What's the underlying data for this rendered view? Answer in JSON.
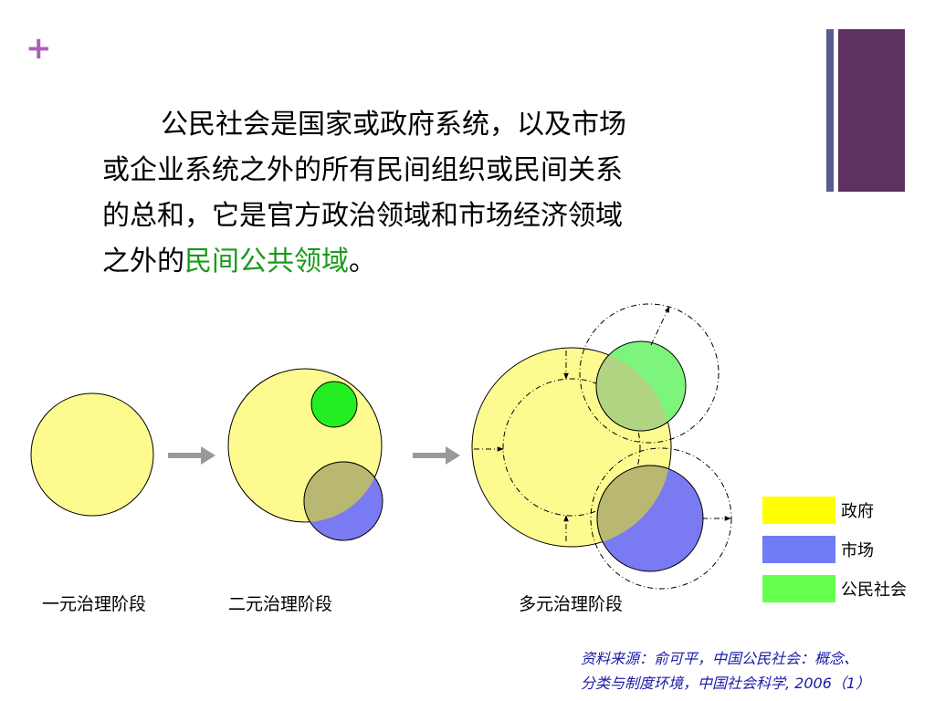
{
  "slide": {
    "plus_glyph": "+",
    "paragraph_lines": [
      "公民社会是国家或政府系统，以及市场",
      "或企业系统之外的所有民间组织或民间关系",
      "的总和，它是官方政治领域和市场经济领域"
    ],
    "last_line_prefix": "之外的",
    "highlight": "民间公共领域",
    "last_line_suffix": "。"
  },
  "stages": {
    "stage1": "一元治理阶段",
    "stage2": "二元治理阶段",
    "stage3": "多元治理阶段"
  },
  "legend": [
    {
      "label": "政府",
      "color": "#ffff00"
    },
    {
      "label": "市场",
      "color": "#6f7cf4"
    },
    {
      "label": "公民社会",
      "color": "#66ff4d"
    }
  ],
  "colors": {
    "government": "#fdfb90",
    "market": "#7a7af2",
    "civil_society": "#7df57d",
    "overlap": "#b8b872",
    "arrow": "#999999",
    "accent_plus": "#b05cb8",
    "deco_dark": "#5e3160",
    "deco_thin": "#5a5a8e",
    "highlight_text": "#1a9a1a",
    "source_text": "#1a1aa8"
  },
  "source": {
    "line1": "资料来源：俞可平，中国公民社会：概念、",
    "line2": "分类与制度环境，中国社会科学, 2006（1）"
  }
}
